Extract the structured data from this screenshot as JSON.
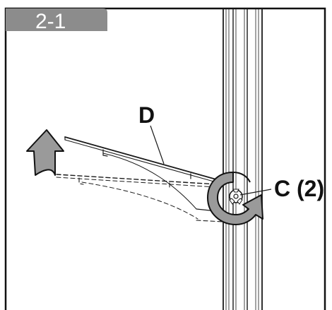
{
  "step": {
    "label": "2-1"
  },
  "callouts": {
    "part_d": "D",
    "part_c": "C (2)"
  },
  "colors": {
    "tab_fill": "#8c8c8c",
    "line": "#1a1a1a",
    "arrow_fill": "#9a9a9a",
    "frame": "#111111"
  },
  "icons": {
    "raise_arrow": "curved-up-arrow-icon",
    "rotate_arrow": "rotate-clockwise-arrow-icon",
    "fastener": "knob-screw-icon"
  }
}
